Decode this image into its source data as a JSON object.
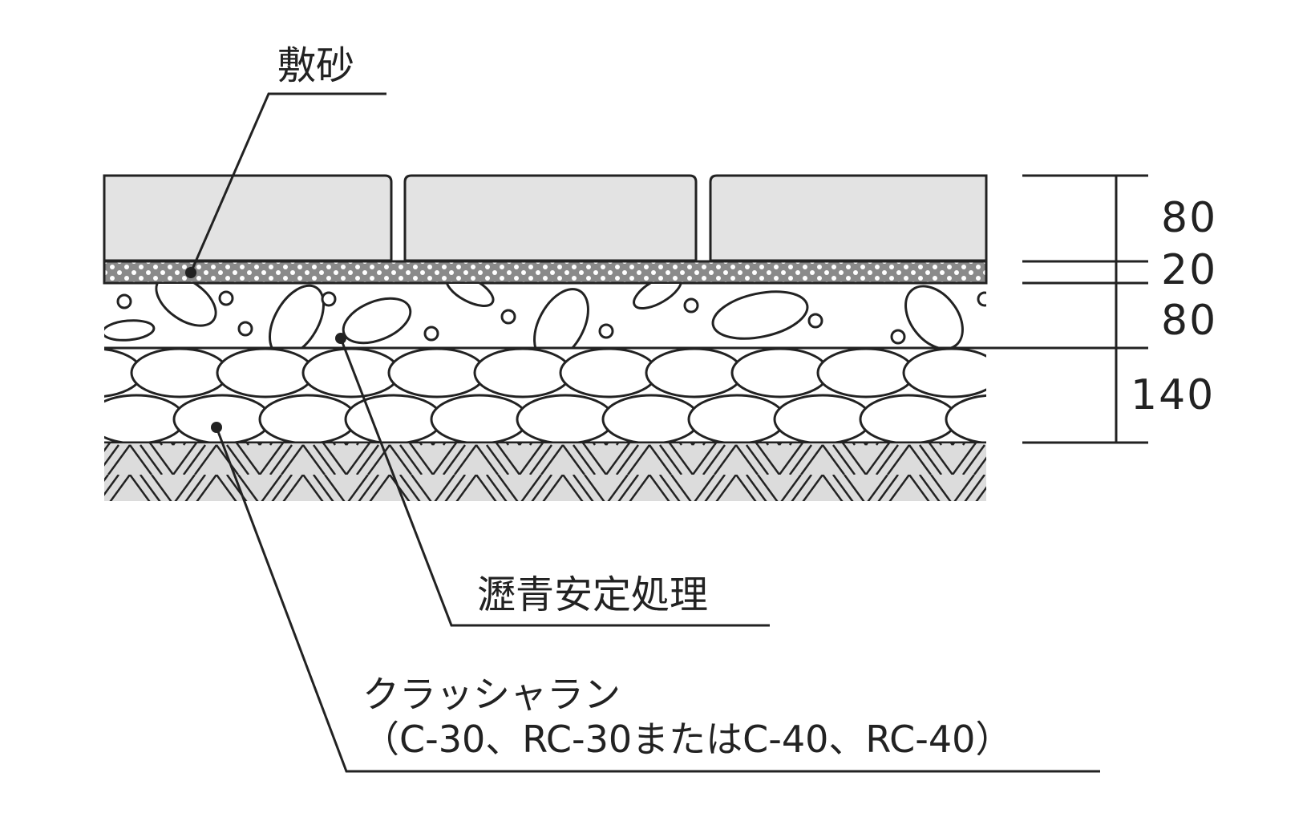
{
  "labels": {
    "sand": "敷砂",
    "asphalt": "瀝青安定処理",
    "crusher_line1": "クラッシャラン",
    "crusher_line2": "（C-30、RC-30またはC-40、RC-40）"
  },
  "dimensions": [
    "80",
    "20",
    "80",
    "140"
  ],
  "colors": {
    "line": "#222222",
    "block_fill": "#e3e3e3",
    "sand_fill": "#8a8a8a",
    "hatch_fill": "#dcdcdc"
  }
}
